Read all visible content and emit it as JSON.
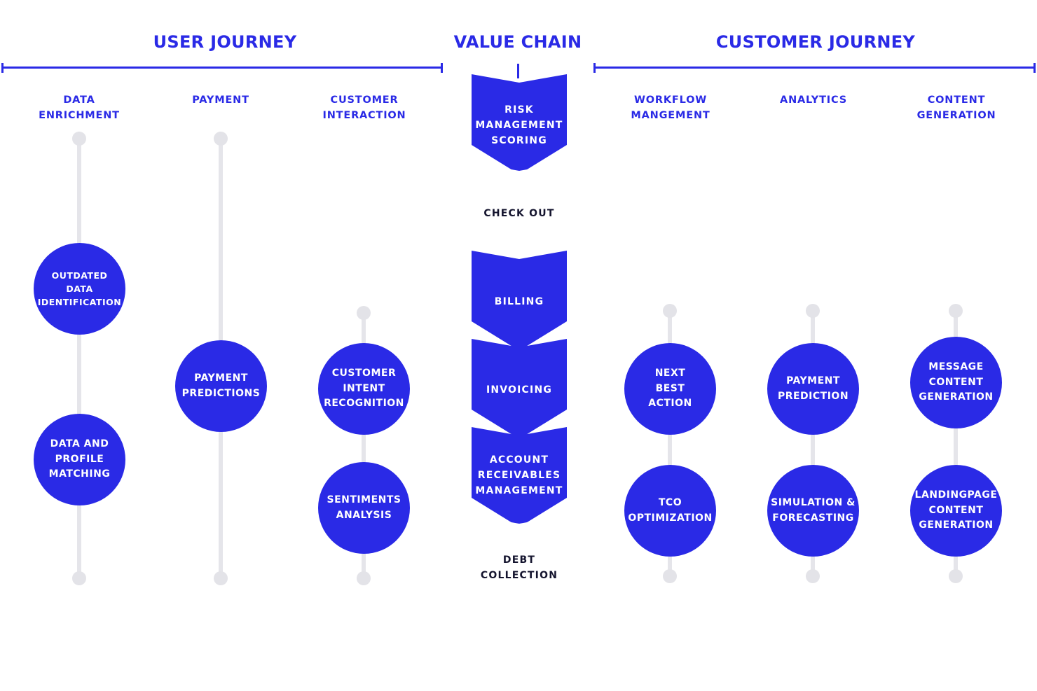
{
  "headers": {
    "user_journey": "USER JOURNEY",
    "value_chain": "VALUE CHAIN",
    "customer_journey": "CUSTOMER JOURNEY"
  },
  "user_columns": [
    {
      "title_lines": [
        "DATA",
        "ENRICHMENT"
      ],
      "nodes": [
        [
          "OUTDATED",
          "DATA",
          "IDENTIFICATION"
        ],
        [
          "DATA AND",
          "PROFILE",
          "MATCHING"
        ]
      ]
    },
    {
      "title_lines": [
        "PAYMENT"
      ],
      "nodes": [
        [
          "PAYMENT",
          "PREDICTIONS"
        ]
      ]
    },
    {
      "title_lines": [
        "CUSTOMER",
        "INTERACTION"
      ],
      "nodes": [
        [
          "CUSTOMER",
          "INTENT",
          "RECOGNITION"
        ],
        [
          "SENTIMENTS",
          "ANALYSIS"
        ]
      ]
    }
  ],
  "value_chain_steps": [
    {
      "lines": [
        "RISK",
        "MANAGEMENT",
        "SCORING"
      ],
      "style": "blue"
    },
    {
      "lines": [
        "CHECK OUT"
      ],
      "style": "white"
    },
    {
      "lines": [
        "BILLING"
      ],
      "style": "blue"
    },
    {
      "lines": [
        "INVOICING"
      ],
      "style": "blue"
    },
    {
      "lines": [
        "ACCOUNT",
        "RECEIVABLES",
        "MANAGEMENT"
      ],
      "style": "blue"
    },
    {
      "lines": [
        "DEBT",
        "COLLECTION"
      ],
      "style": "white"
    }
  ],
  "customer_columns": [
    {
      "title_lines": [
        "WORKFLOW",
        "MANGEMENT"
      ],
      "nodes": [
        [
          "NEXT",
          "BEST",
          "ACTION"
        ],
        [
          "TCO",
          "OPTIMIZATION"
        ]
      ]
    },
    {
      "title_lines": [
        "ANALYTICS"
      ],
      "nodes": [
        [
          "PAYMENT",
          "PREDICTION"
        ],
        [
          "SIMULATION &",
          "FORECASTING"
        ]
      ]
    },
    {
      "title_lines": [
        "CONTENT",
        "GENERATION"
      ],
      "nodes": [
        [
          "MESSAGE",
          "CONTENT",
          "GENERATION"
        ],
        [
          "LANDINGPAGE",
          "CONTENT",
          "GENERATION"
        ]
      ]
    }
  ],
  "colors": {
    "accent": "#2a2ae6",
    "track": "#e5e5ea",
    "text_dark": "#14142e"
  }
}
